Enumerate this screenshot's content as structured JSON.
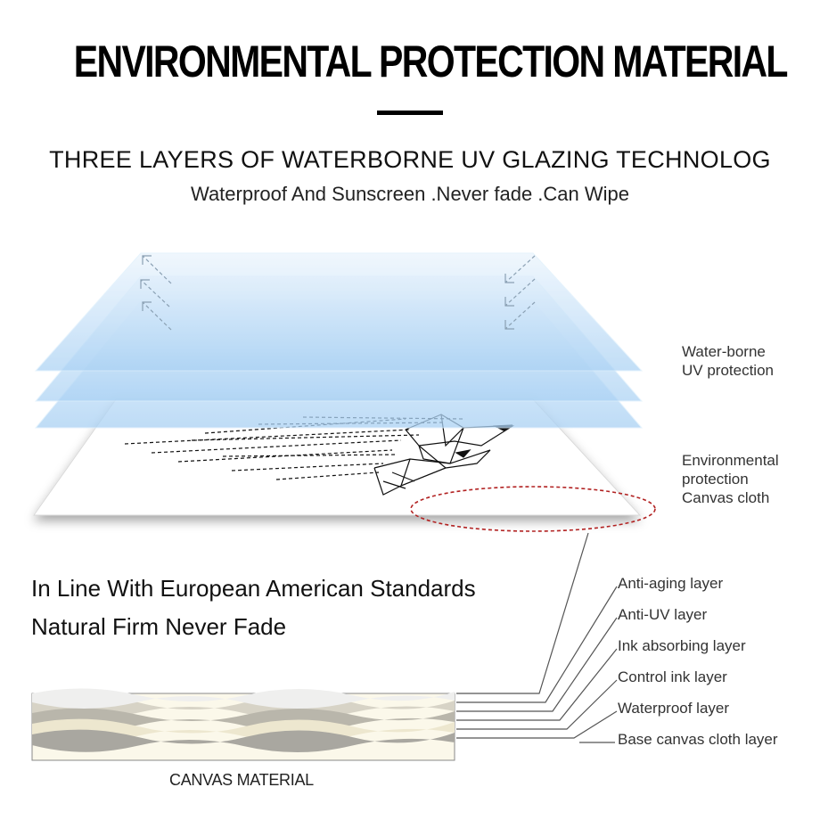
{
  "header": {
    "title": "ENVIRONMENTAL PROTECTION MATERIAL",
    "subtitle": "THREE LAYERS OF WATERBORNE UV GLAZING TECHNOLOG",
    "tagline": "Waterproof And Sunscreen .Never fade .Can Wipe"
  },
  "diagram": {
    "water_label": "Water-borne UV protection",
    "water_lines": [
      "Water-borne",
      "UV protection"
    ],
    "canvas_label_lines": [
      "Environmental",
      "protection",
      "Canvas cloth"
    ],
    "colors": {
      "glaze_fill": "#bcdcf7",
      "glaze_edge": "#dbeefc",
      "canvas_fill": "#ffffff",
      "highlight_ellipse": "#b22222"
    }
  },
  "standards": {
    "line1": "In Line With European American Standards",
    "line2": "Natural Firm Never Fade"
  },
  "layers": [
    "Anti-aging layer",
    "Anti-UV layer",
    "Ink absorbing layer",
    "Control ink layer",
    "Waterproof layer",
    "Base canvas cloth layer"
  ],
  "canvas_material_label": "CANVAS MATERIAL"
}
